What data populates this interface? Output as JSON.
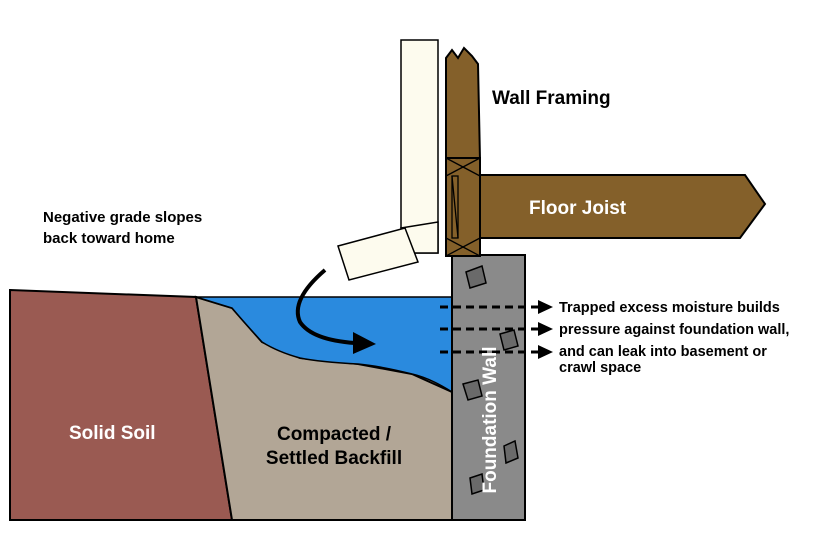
{
  "labels": {
    "wall_framing": "Wall Framing",
    "floor_joist": "Floor Joist",
    "negative_grade_line1": "Negative grade slopes",
    "negative_grade_line2": "back toward home",
    "solid_soil": "Solid Soil",
    "backfill_line1": "Compacted /",
    "backfill_line2": "Settled Backfill",
    "foundation_wall": "Foundation Wall",
    "moisture_line1": "Trapped excess moisture builds",
    "moisture_line2": "pressure against foundation wall,",
    "moisture_line3": "and can leak into basement or",
    "moisture_line4": "crawl space"
  },
  "colors": {
    "soil": "#9a5a52",
    "backfill": "#b2a696",
    "water": "#2a8ade",
    "wood": "#84602a",
    "foundation": "#8a8a8a",
    "downspout": "#fdfbee",
    "stone": "#6a6a6a"
  }
}
